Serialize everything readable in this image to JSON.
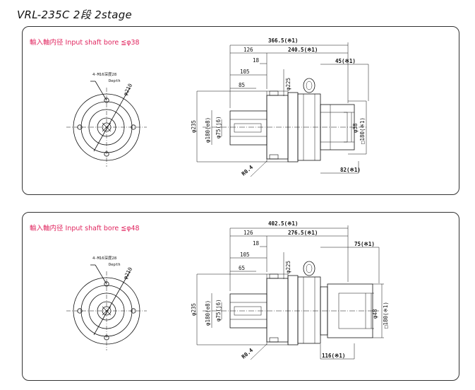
{
  "title": "VRL-235C  2段  2stage",
  "panels": [
    {
      "bore_label": "輸入軸内径  Input shaft bore  ≦φ38",
      "front_note": "4-M16深度28",
      "front_note2": "Depth",
      "pcd": "φ210",
      "dims": {
        "total": "366.5(※1)",
        "d126": "126",
        "d240": "240.5(※1)",
        "d45": "45(※1)",
        "d18": "18",
        "d105": "105",
        "d85": "85",
        "d225": "φ225",
        "d235": "φ235",
        "d180": "φ180(e8)",
        "d75": "φ75(j6)",
        "dbore": "φ38",
        "dsq": "□180(※1)",
        "r": "R0.4",
        "bottom": "82(※1)"
      }
    },
    {
      "bore_label": "輸入軸内径  Input shaft bore  ≦φ48",
      "front_note": "4-M16深度28",
      "front_note2": "Depth",
      "pcd": "φ210",
      "dims": {
        "total": "402.5(※1)",
        "d126": "126",
        "d240": "276.5(※1)",
        "d45": "75(※1)",
        "d18": "18",
        "d105": "105",
        "d85": "65",
        "d225": "φ225",
        "d235": "φ235",
        "d180": "φ180(e8)",
        "d75": "φ75(j6)",
        "dbore": "φ48",
        "dsq": "□180(※1)",
        "r": "R0.4",
        "bottom": "116(※1)"
      }
    }
  ]
}
